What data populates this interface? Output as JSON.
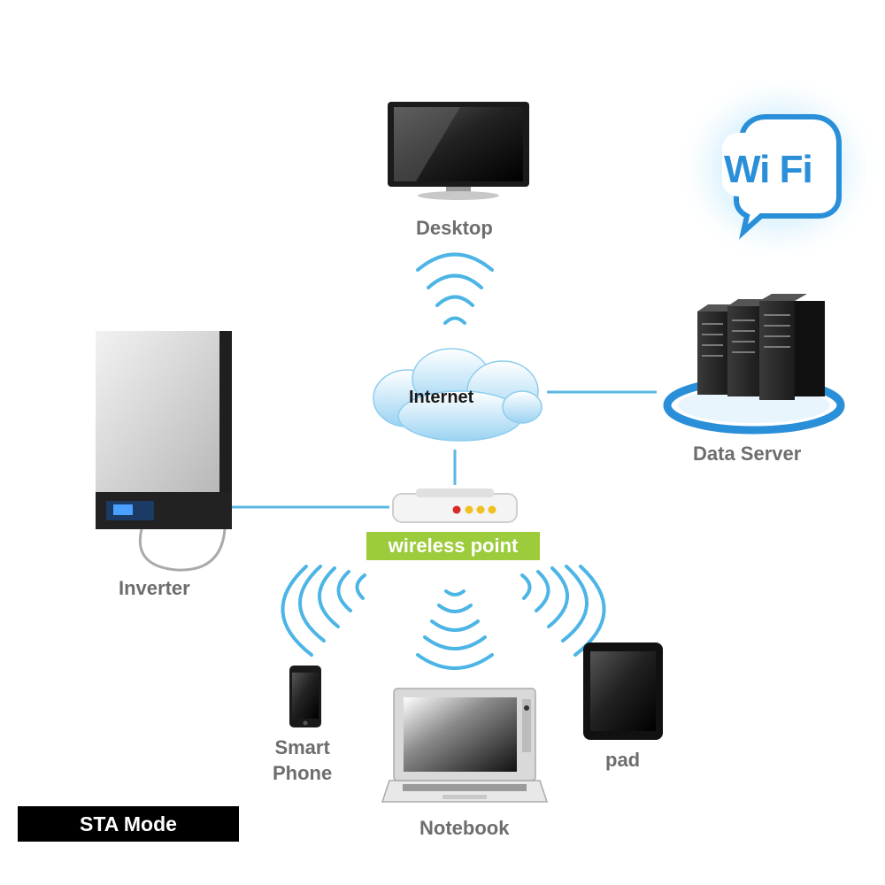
{
  "nodes": {
    "desktop": "Desktop",
    "internet": "Internet",
    "data_server": "Data Server",
    "inverter": "Inverter",
    "wireless_point": "wireless point",
    "smart_phone_line1": "Smart",
    "smart_phone_line2": "Phone",
    "notebook": "Notebook",
    "pad": "pad"
  },
  "badge": {
    "wifi_part1": "Wi",
    "wifi_part2": "Fi"
  },
  "mode_label": "STA Mode",
  "colors": {
    "link": "#5bb8e3",
    "wave": "#4db5e6",
    "ap_label_bg": "#9ccb3b",
    "label_text": "#6d6d6d",
    "wifi_blue": "#2a8fd9",
    "mode_bg": "#000000"
  },
  "icons": [
    "desktop-monitor-icon",
    "cloud-icon",
    "server-rack-icon",
    "inverter-icon",
    "router-icon",
    "smartphone-icon",
    "laptop-icon",
    "tablet-icon",
    "wifi-logo-icon"
  ]
}
